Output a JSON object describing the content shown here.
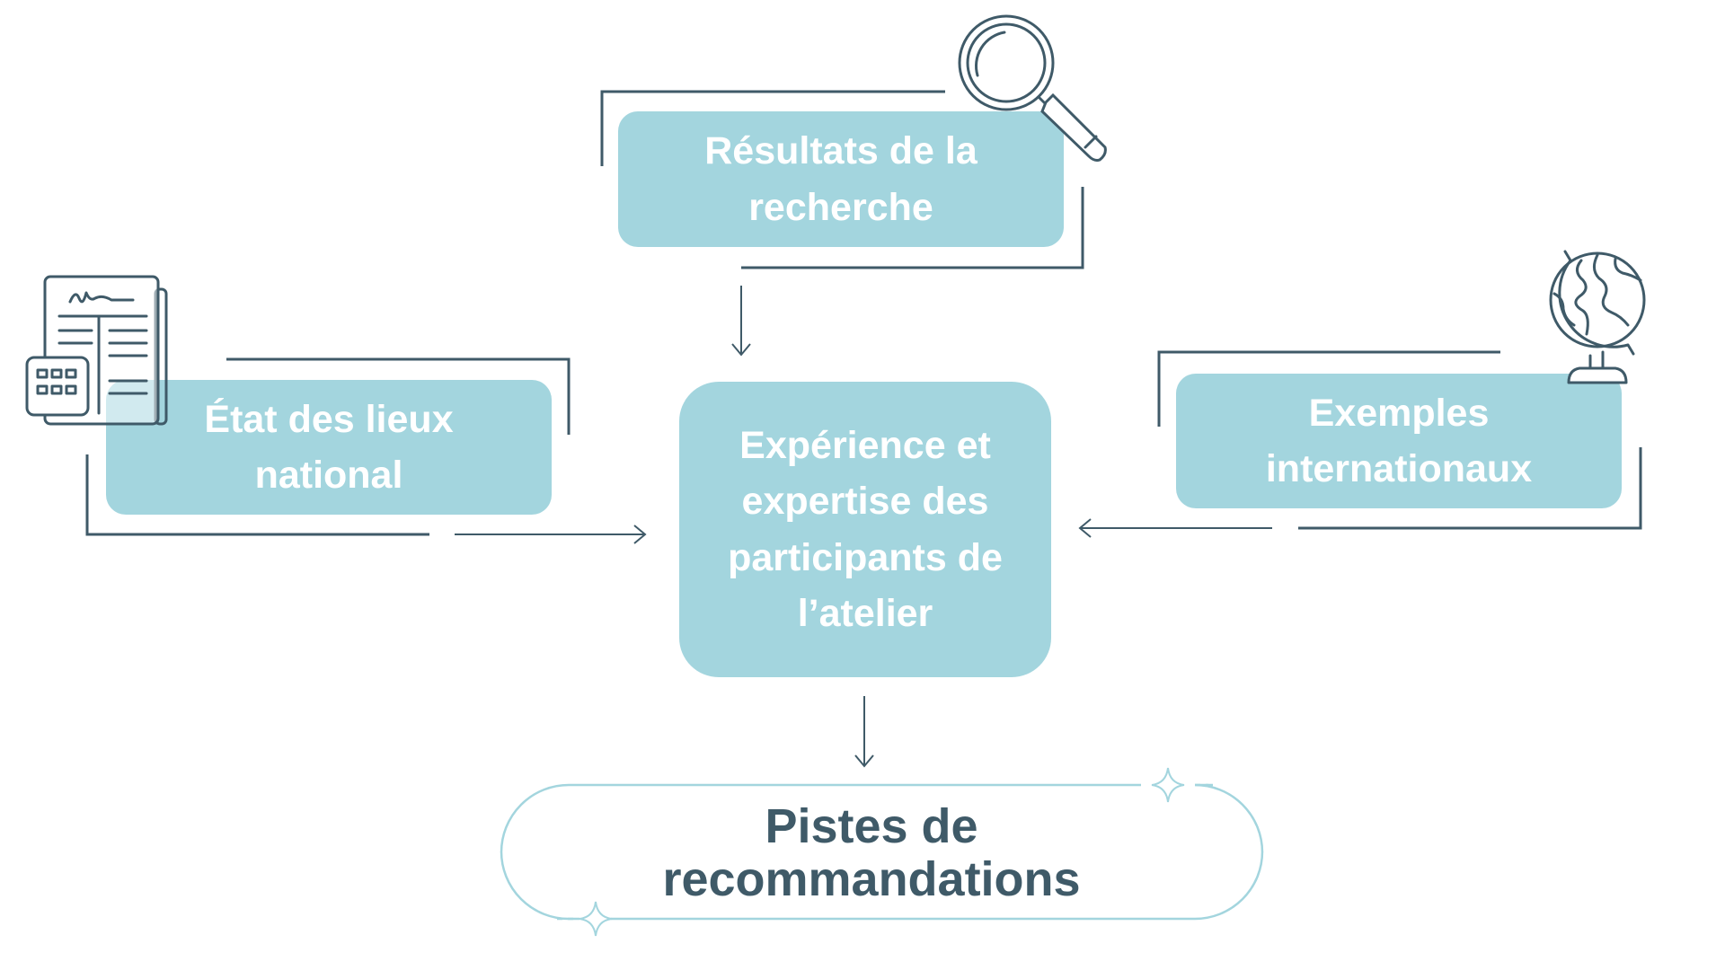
{
  "diagram": {
    "title": "Flux de travail de l'atelier",
    "nodes": {
      "research": {
        "label": "Résultats de la recherche",
        "icon": "magnifier-icon"
      },
      "national": {
        "label": "État des lieux national",
        "icon": "document-icon"
      },
      "international": {
        "label": "Exemples internationaux",
        "icon": "globe-icon"
      },
      "center": {
        "label": "Expérience et expertise des participants de l’atelier"
      },
      "output": {
        "label": "Pistes de recommandations"
      }
    },
    "edges": [
      {
        "from": "research",
        "to": "center"
      },
      {
        "from": "national",
        "to": "center"
      },
      {
        "from": "international",
        "to": "center"
      },
      {
        "from": "center",
        "to": "output"
      }
    ],
    "colors": {
      "box_fill": "#a3d5de",
      "line": "#3f5a68",
      "box_text": "#ffffff",
      "output_text": "#3f5a68",
      "pill_stroke": "#a3d5de"
    }
  }
}
